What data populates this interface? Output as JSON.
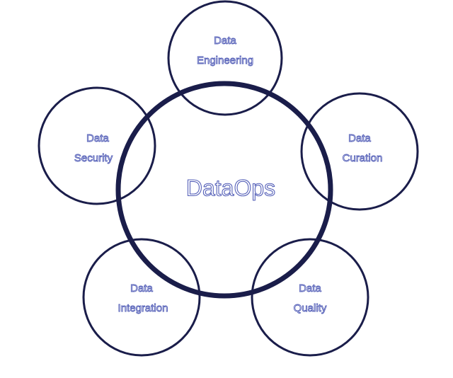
{
  "diagram": {
    "center": {
      "label": "DataOps"
    },
    "nodes": [
      {
        "id": "engineering",
        "line1": "Data",
        "line2": "Engineering"
      },
      {
        "id": "curation",
        "line1": "Data",
        "line2": "Curation"
      },
      {
        "id": "quality",
        "line1": "Data",
        "line2": "Quality"
      },
      {
        "id": "integration",
        "line1": "Data",
        "line2": "Integration"
      },
      {
        "id": "security",
        "line1": "Data",
        "line2": "Security"
      }
    ],
    "colors": {
      "ring_stroke": "#1a1d4a",
      "text_outline": "#5560b8",
      "background": "#ffffff"
    }
  }
}
